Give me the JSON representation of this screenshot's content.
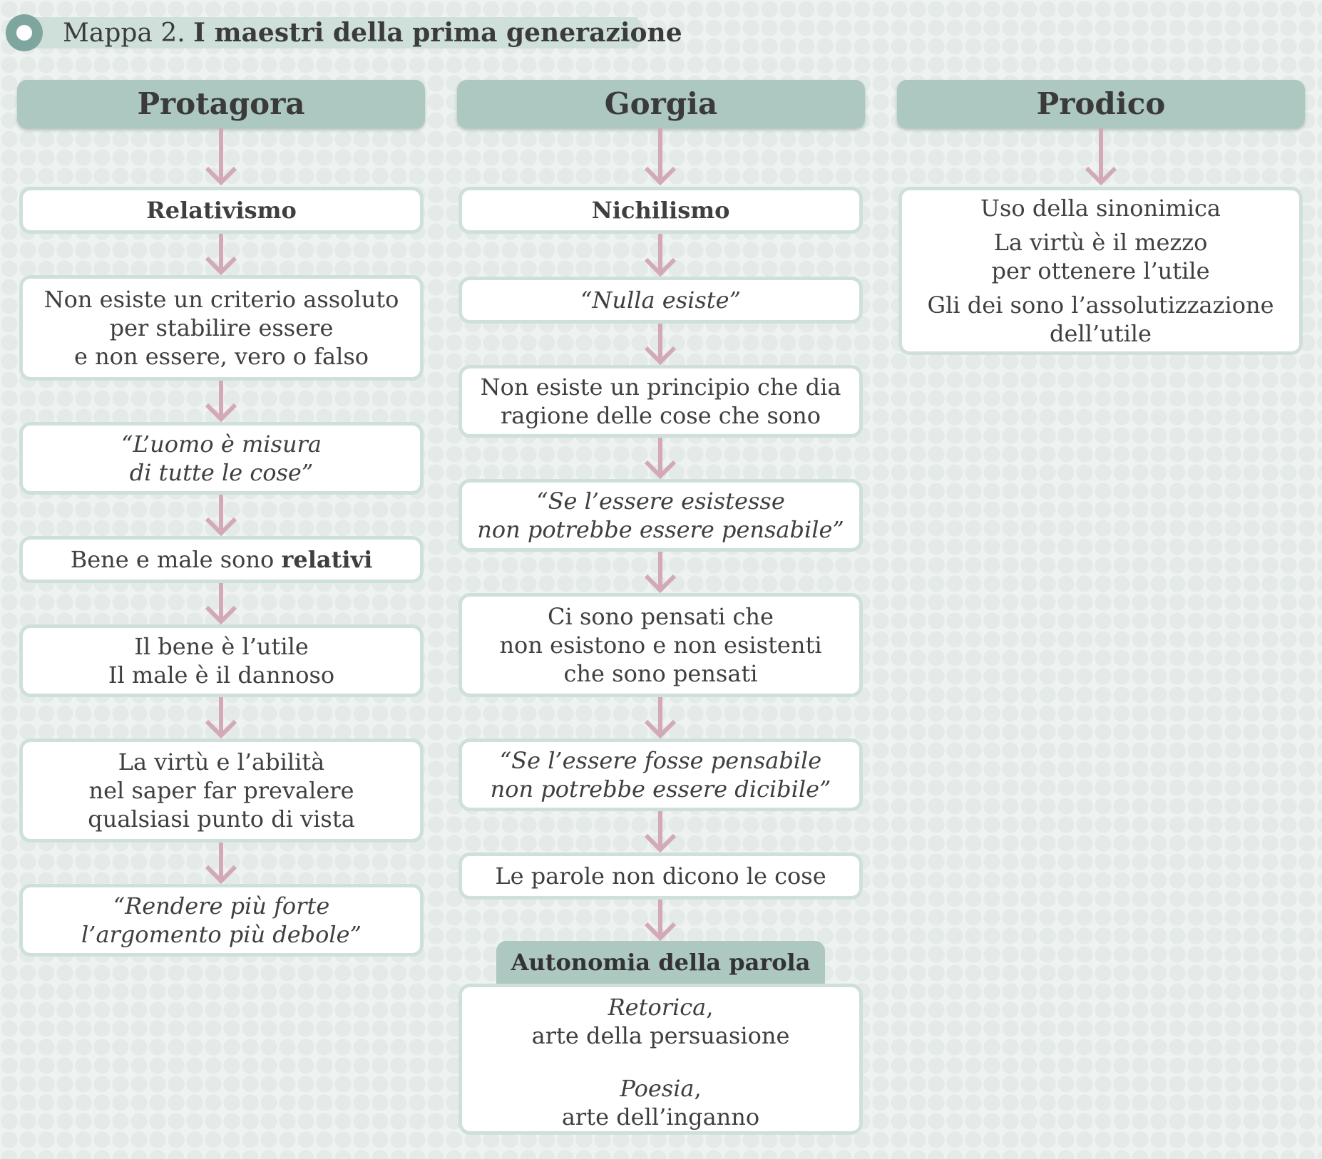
{
  "title": {
    "prefix": "Mappa 2.",
    "main": "I maestri della prima generazione"
  },
  "columns": {
    "protagora": {
      "header": "Protagora",
      "boxes": [
        {
          "lines": [
            "Relativismo"
          ]
        },
        {
          "lines": [
            "Non esiste un criterio assoluto",
            "per stabilire essere",
            "e non essere, vero o falso"
          ]
        },
        {
          "lines": [
            "“L’uomo è misura",
            "di tutte le cose”"
          ]
        },
        {
          "before": "Bene e male sono ",
          "bold": "relativi"
        },
        {
          "lines": [
            "Il bene è l’utile",
            "Il male è il dannoso"
          ]
        },
        {
          "lines": [
            "La virtù e l’abilità",
            "nel saper far prevalere",
            "qualsiasi punto di vista"
          ]
        },
        {
          "lines": [
            "“Rendere più forte",
            "l’argomento più debole”"
          ]
        }
      ]
    },
    "gorgia": {
      "header": "Gorgia",
      "boxes": [
        {
          "lines": [
            "Nichilismo"
          ]
        },
        {
          "lines": [
            "“Nulla esiste”"
          ]
        },
        {
          "lines": [
            "Non esiste un principio che dia",
            "ragione delle cose che sono"
          ]
        },
        {
          "lines": [
            "“Se l’essere esistesse",
            "non potrebbe essere pensabile”"
          ]
        },
        {
          "lines": [
            "Ci sono pensati che",
            "non esistono e non esistenti",
            "che sono pensati"
          ]
        },
        {
          "lines": [
            "“Se l’essere fosse pensabile",
            "non potrebbe essere dicibile”"
          ]
        },
        {
          "lines": [
            "Le parole non dicono le cose"
          ]
        }
      ],
      "final": {
        "header": "Autonomia della parola",
        "retorica_term": "Retorica",
        "retorica_rest": ",",
        "retorica_desc": "arte della persuasione",
        "poesia_term": "Poesia",
        "poesia_rest": ",",
        "poesia_desc": "arte dell’inganno"
      }
    },
    "prodico": {
      "header": "Prodico",
      "items": [
        {
          "lines": [
            "Uso della sinonimica"
          ]
        },
        {
          "lines": [
            "La virtù è il mezzo",
            "per ottenere l’utile"
          ]
        },
        {
          "lines": [
            "Gli dei sono l’assolutizzazione",
            "dell’utile"
          ]
        }
      ]
    }
  },
  "colors": {
    "header_fill": "#adc7c1",
    "box_border": "#cfe0db",
    "arrow": "#d3a9b8",
    "bullet": "#7fa69e"
  }
}
